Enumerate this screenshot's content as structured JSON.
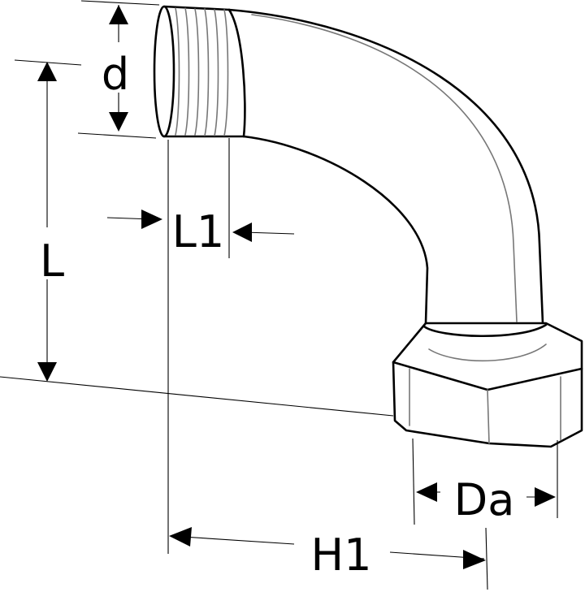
{
  "dimensions": {
    "d": "d",
    "L": "L",
    "L1": "L1",
    "Da": "Da",
    "H1": "H1"
  }
}
